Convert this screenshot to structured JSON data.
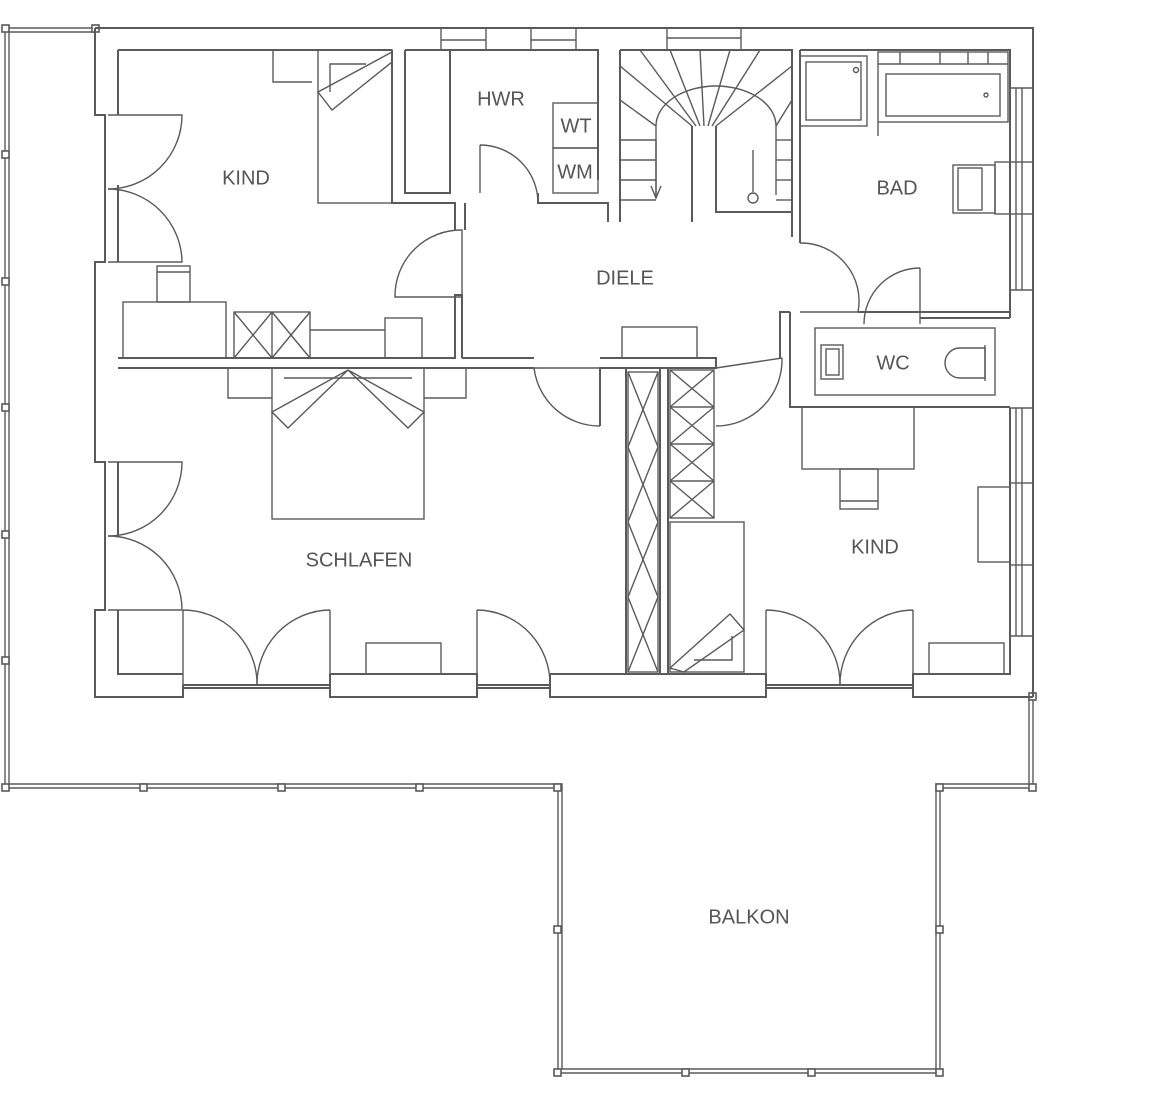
{
  "rooms": {
    "kind_left": "KIND",
    "hwr": "HWR",
    "wt": "WT",
    "wm": "WM",
    "bad": "BAD",
    "diele": "DIELE",
    "wc": "WC",
    "schlafen": "SCHLAFEN",
    "kind_right": "KIND",
    "balkon": "BALKON"
  },
  "colors": {
    "line": "#5a5a5a",
    "text": "#555555",
    "background": "#ffffff"
  }
}
